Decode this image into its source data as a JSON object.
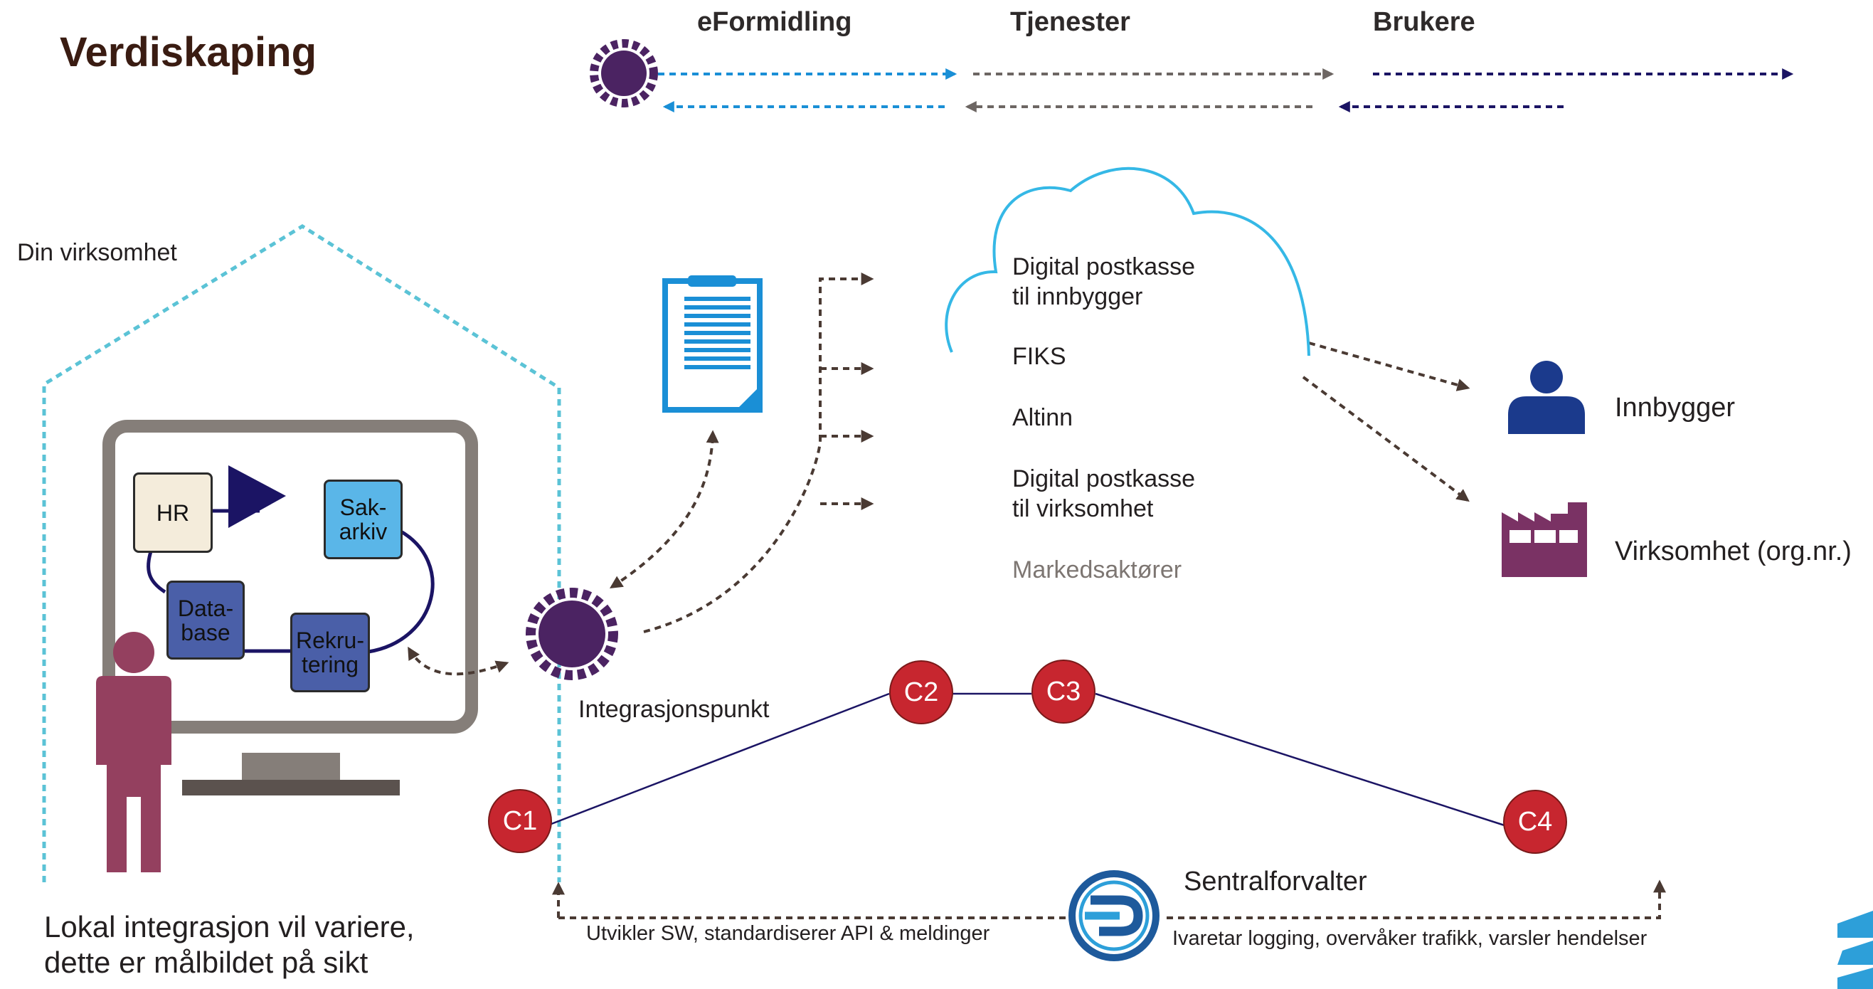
{
  "title": "Verdiskaping",
  "flow": {
    "headers": [
      "eFormidling",
      "Tjenester",
      "Brukere"
    ],
    "colors": {
      "eformidling": "#1a8fd6",
      "tjenester": "#6d6663",
      "brukere": "#1b1464"
    }
  },
  "house": {
    "label": "Din virksomhet",
    "color": "#5bc3d6"
  },
  "systems": {
    "hr": "HR",
    "sakarkiv_line1": "Sak-",
    "sakarkiv_line2": "arkiv",
    "database_line1": "Data-",
    "database_line2": "base",
    "rekruttering_line1": "Rekru-",
    "rekruttering_line2": "tering"
  },
  "integration_point": "Integrasjonspunkt",
  "cloud": {
    "items": [
      {
        "line1": "Digital postkasse",
        "line2": "til innbygger"
      },
      {
        "line1": "FIKS",
        "line2": ""
      },
      {
        "line1": "Altinn",
        "line2": ""
      },
      {
        "line1": "Digital postkasse",
        "line2": "til virksomhet"
      },
      {
        "line1": "Markedsaktører",
        "line2": ""
      }
    ]
  },
  "recipients": {
    "innbygger": "Innbygger",
    "virksomhet": "Virksomhet (org.nr.)"
  },
  "nodes": {
    "c1": "C1",
    "c2": "C2",
    "c3": "C3",
    "c4": "C4"
  },
  "central": {
    "label": "Sentralforvalter",
    "left_text": "Utvikler SW, standardiserer API & meldinger",
    "right_text": "Ivaretar logging, overvåker trafikk, varsler hendelser"
  },
  "footnote": {
    "line1": "Lokal integrasjon vil variere,",
    "line2": "dette er målbildet på sikt"
  },
  "colors": {
    "gear": "#4b2362",
    "node_red": "#c7262f",
    "person": "#94405f",
    "brown_arrow": "#4a3a33"
  }
}
